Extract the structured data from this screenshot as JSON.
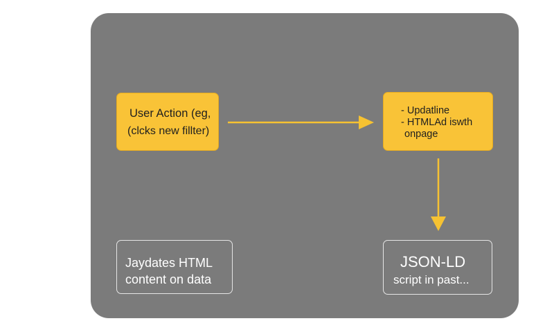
{
  "diagram": {
    "nodes": {
      "user_action": {
        "line1": "User Action (eg,",
        "line2": "(clcks new fillter)"
      },
      "update": {
        "line1": "- Updatline",
        "line2": "- HTMLAd iswth",
        "line3": "onpage"
      },
      "jaydates": {
        "line1": "Jaydates HTML",
        "line2": "content on data"
      },
      "jsonld": {
        "line1": "JSON-LD",
        "line2": "script in past..."
      }
    },
    "edges": [
      {
        "from": "user_action",
        "to": "update"
      },
      {
        "from": "update",
        "to": "jsonld"
      }
    ]
  },
  "colors": {
    "panel": "#7b7b7b",
    "node_fill": "#f9c337",
    "arrow": "#f6c232",
    "outline": "#e6e6e6"
  }
}
